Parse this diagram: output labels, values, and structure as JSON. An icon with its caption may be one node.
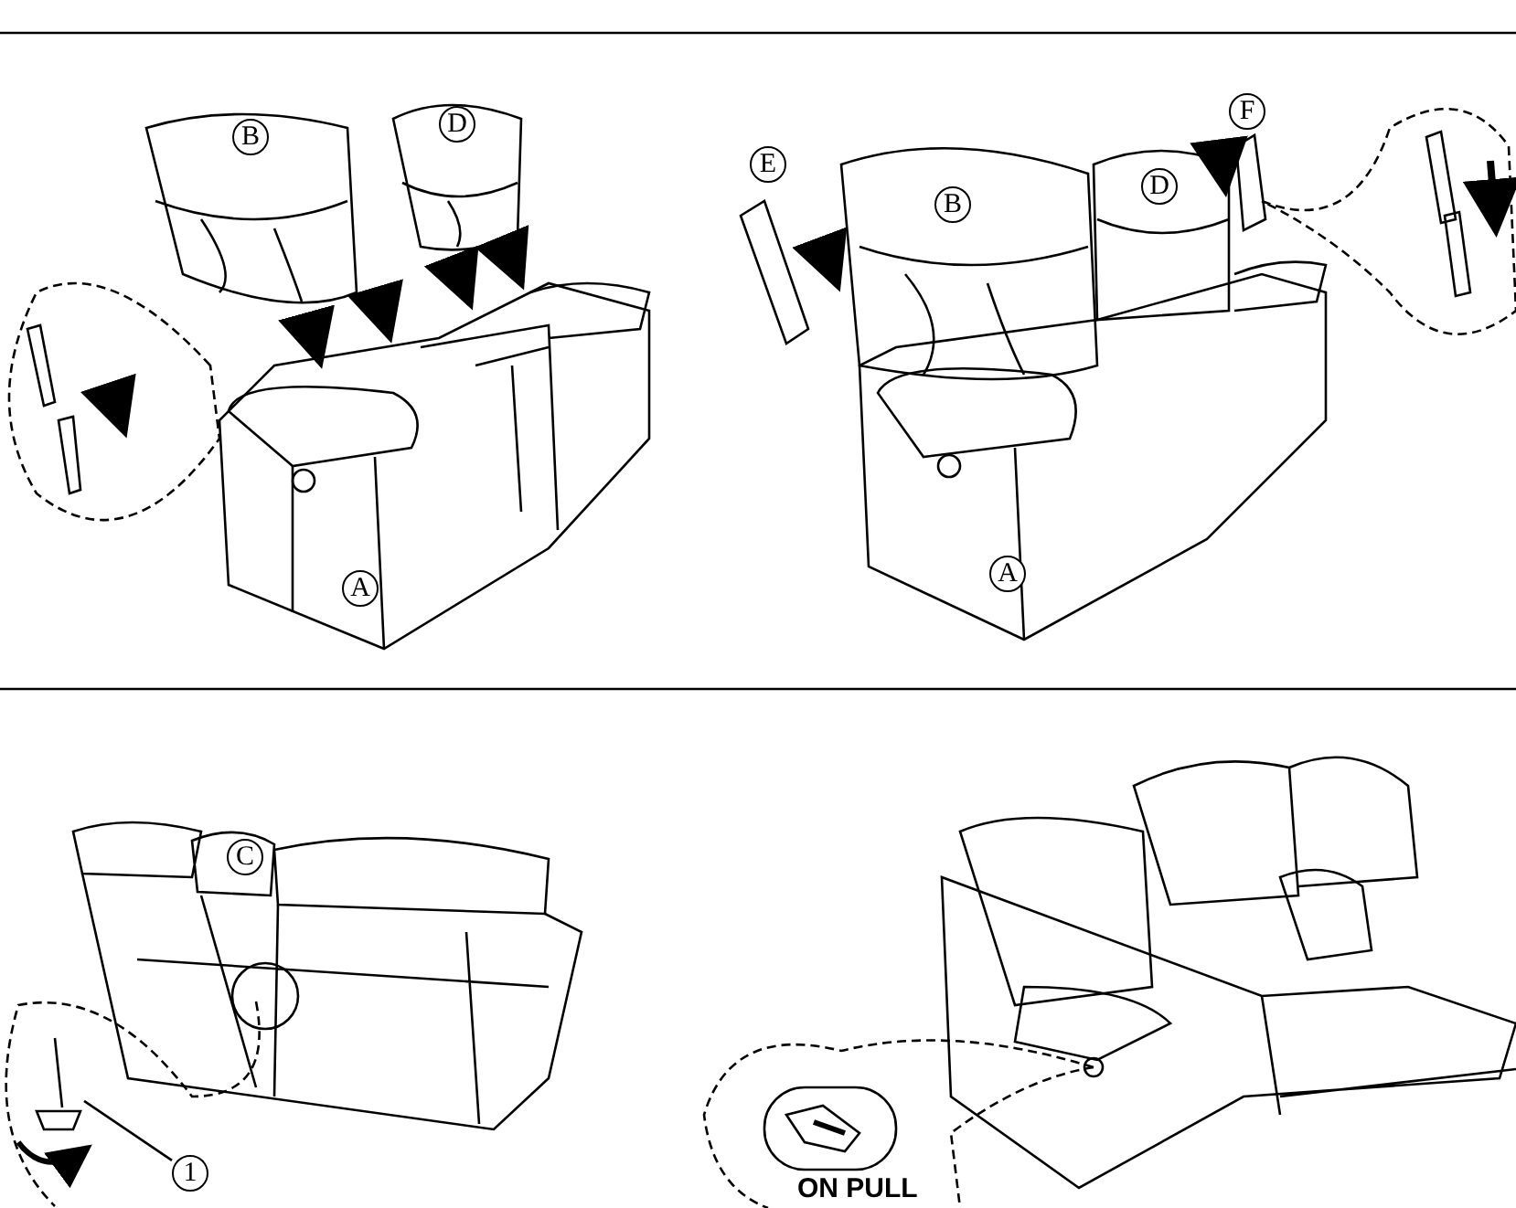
{
  "diagram": {
    "nodes": [
      {
        "text": [
          "B"
        ]
      },
      {
        "text": [
          "D"
        ]
      },
      {
        "text": [
          "A"
        ]
      },
      {
        "text": [
          "F"
        ]
      },
      {
        "text": [
          "E"
        ]
      },
      {
        "text": [
          "B"
        ]
      },
      {
        "text": [
          "D"
        ]
      },
      {
        "text": [
          "A"
        ]
      },
      {
        "text": [
          "C"
        ]
      },
      {
        "text": [
          "1"
        ]
      },
      {
        "text": [],
        "shape": "picture"
      }
    ],
    "edges": [
      {
        "from": 9,
        "to": 10,
        "arrow": "none"
      }
    ],
    "labels": [
      "ON PULL"
    ]
  }
}
